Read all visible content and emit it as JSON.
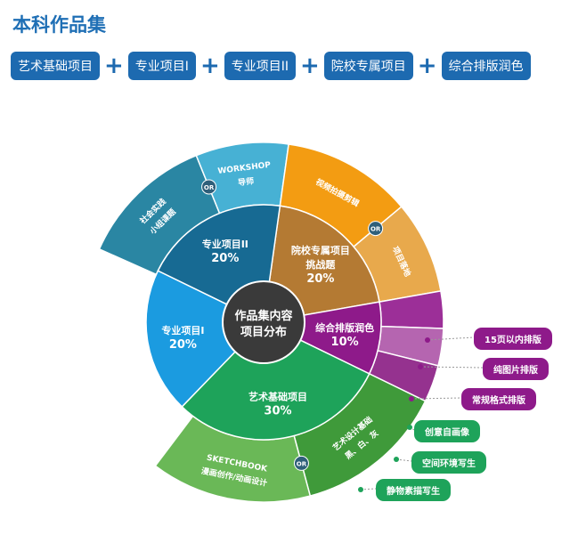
{
  "title": "本科作品集",
  "tabs": [
    "艺术基础项目",
    "专业项目I",
    "专业项目II",
    "院校专属项目",
    "综合排版润色"
  ],
  "center": {
    "line1": "作品集内容",
    "line2": "项目分布"
  },
  "segments": [
    {
      "name": "院校专属项目",
      "sub": "挑战题",
      "percent": 20,
      "label": "20%",
      "color": "#b47a33"
    },
    {
      "name": "综合排版润色",
      "sub": "",
      "percent": 10,
      "label": "10%",
      "color": "#8e1a8a"
    },
    {
      "name": "艺术基础项目",
      "sub": "",
      "percent": 30,
      "label": "30%",
      "color": "#1ea35a"
    },
    {
      "name": "专业项目I",
      "sub": "",
      "percent": 20,
      "label": "20%",
      "color": "#1b9be0"
    },
    {
      "name": "专业项目II",
      "sub": "",
      "percent": 20,
      "label": "20%",
      "color": "#176a93"
    }
  ],
  "outer": [
    {
      "label": "小组课题 社会实践",
      "color": "#2a86a3"
    },
    {
      "label": "导师 WORKSHOP",
      "color": "#47b1d4"
    },
    {
      "label": "视频拍摄剪辑",
      "color": "#f39c12"
    },
    {
      "label": "项目落地",
      "color": "#e8a94c"
    },
    {
      "label": "",
      "color": "#9c2f98"
    },
    {
      "label": "",
      "color": "#b565b0"
    },
    {
      "label": "",
      "color": "#95328f"
    },
    {
      "label": "黑、白、灰 艺术设计基础",
      "color": "#3f9a3a"
    },
    {
      "label": "漫画创作/动画设计 SKETCHBOOK",
      "color": "#6ab857"
    }
  ],
  "or_label": "OR",
  "callouts": [
    {
      "label": "15页以内排版",
      "color": "#8e1a8a"
    },
    {
      "label": "纯图片排版",
      "color": "#8e1a8a"
    },
    {
      "label": "常规格式排版",
      "color": "#8e1a8a"
    },
    {
      "label": "创意自画像",
      "color": "#1ea35a"
    },
    {
      "label": "空间环境写生",
      "color": "#1ea35a"
    },
    {
      "label": "静物素描写生",
      "color": "#1ea35a"
    }
  ]
}
